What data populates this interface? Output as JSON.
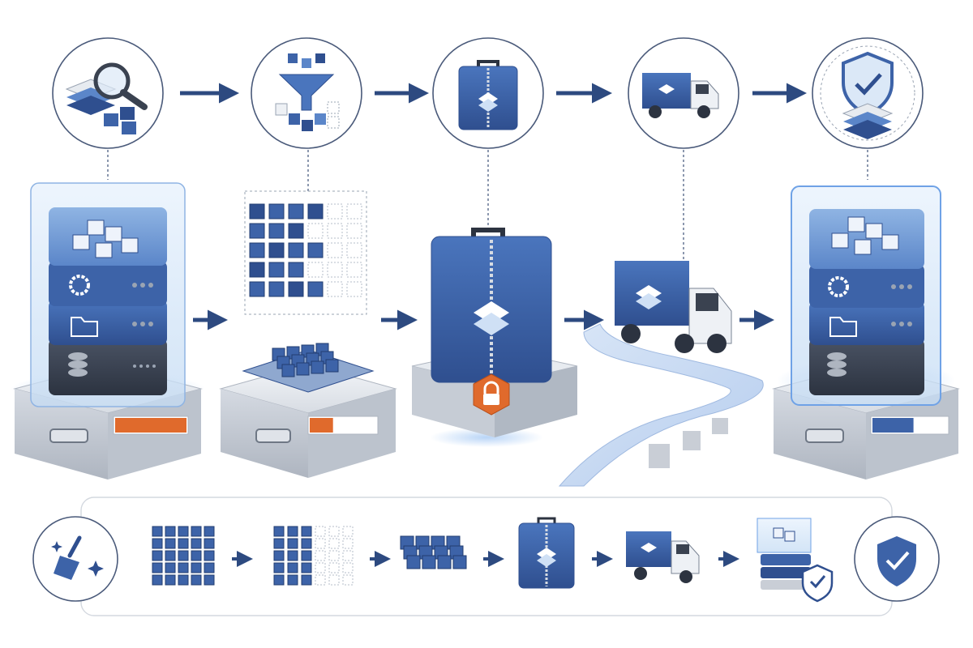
{
  "palette": {
    "navy": "#2f4f8f",
    "blue": "#3d63a8",
    "light_blue": "#5b86c9",
    "pale_blue": "#cfe0f5",
    "steel": "#c9ced6",
    "dark_slate": "#3a4250",
    "arrow": "#2d4a80",
    "orange": "#e06a2c",
    "outline": "#4a5a7a"
  },
  "stages": [
    {
      "id": "assess",
      "icon": "magnifier-data-icon"
    },
    {
      "id": "filter",
      "icon": "funnel-blocks-icon"
    },
    {
      "id": "package",
      "icon": "briefcase-icon"
    },
    {
      "id": "transport",
      "icon": "truck-icon"
    },
    {
      "id": "verify",
      "icon": "shield-check-icon"
    }
  ],
  "stations": [
    {
      "id": "source-server",
      "indicator_color": "#e06a2c",
      "indicator_fill": 1.0
    },
    {
      "id": "staging-cubes",
      "indicator_color": "#e06a2c",
      "indicator_fill": 0.35
    },
    {
      "id": "encrypted-case",
      "lock": "padlock-icon"
    },
    {
      "id": "truck-on-road"
    },
    {
      "id": "target-server",
      "indicator_color": "#3d63a8",
      "indicator_fill": 0.55
    }
  ],
  "summary_row": [
    {
      "id": "clean",
      "icon": "broom-sparkle-icon"
    },
    {
      "id": "grid",
      "icon": "block-grid-icon"
    },
    {
      "id": "partial-grid",
      "icon": "partial-grid-icon"
    },
    {
      "id": "compact",
      "icon": "cube-cluster-icon"
    },
    {
      "id": "case",
      "icon": "briefcase-icon"
    },
    {
      "id": "truck",
      "icon": "truck-icon"
    },
    {
      "id": "stack",
      "icon": "server-stack-check-icon"
    },
    {
      "id": "shield",
      "icon": "shield-check-icon"
    }
  ]
}
